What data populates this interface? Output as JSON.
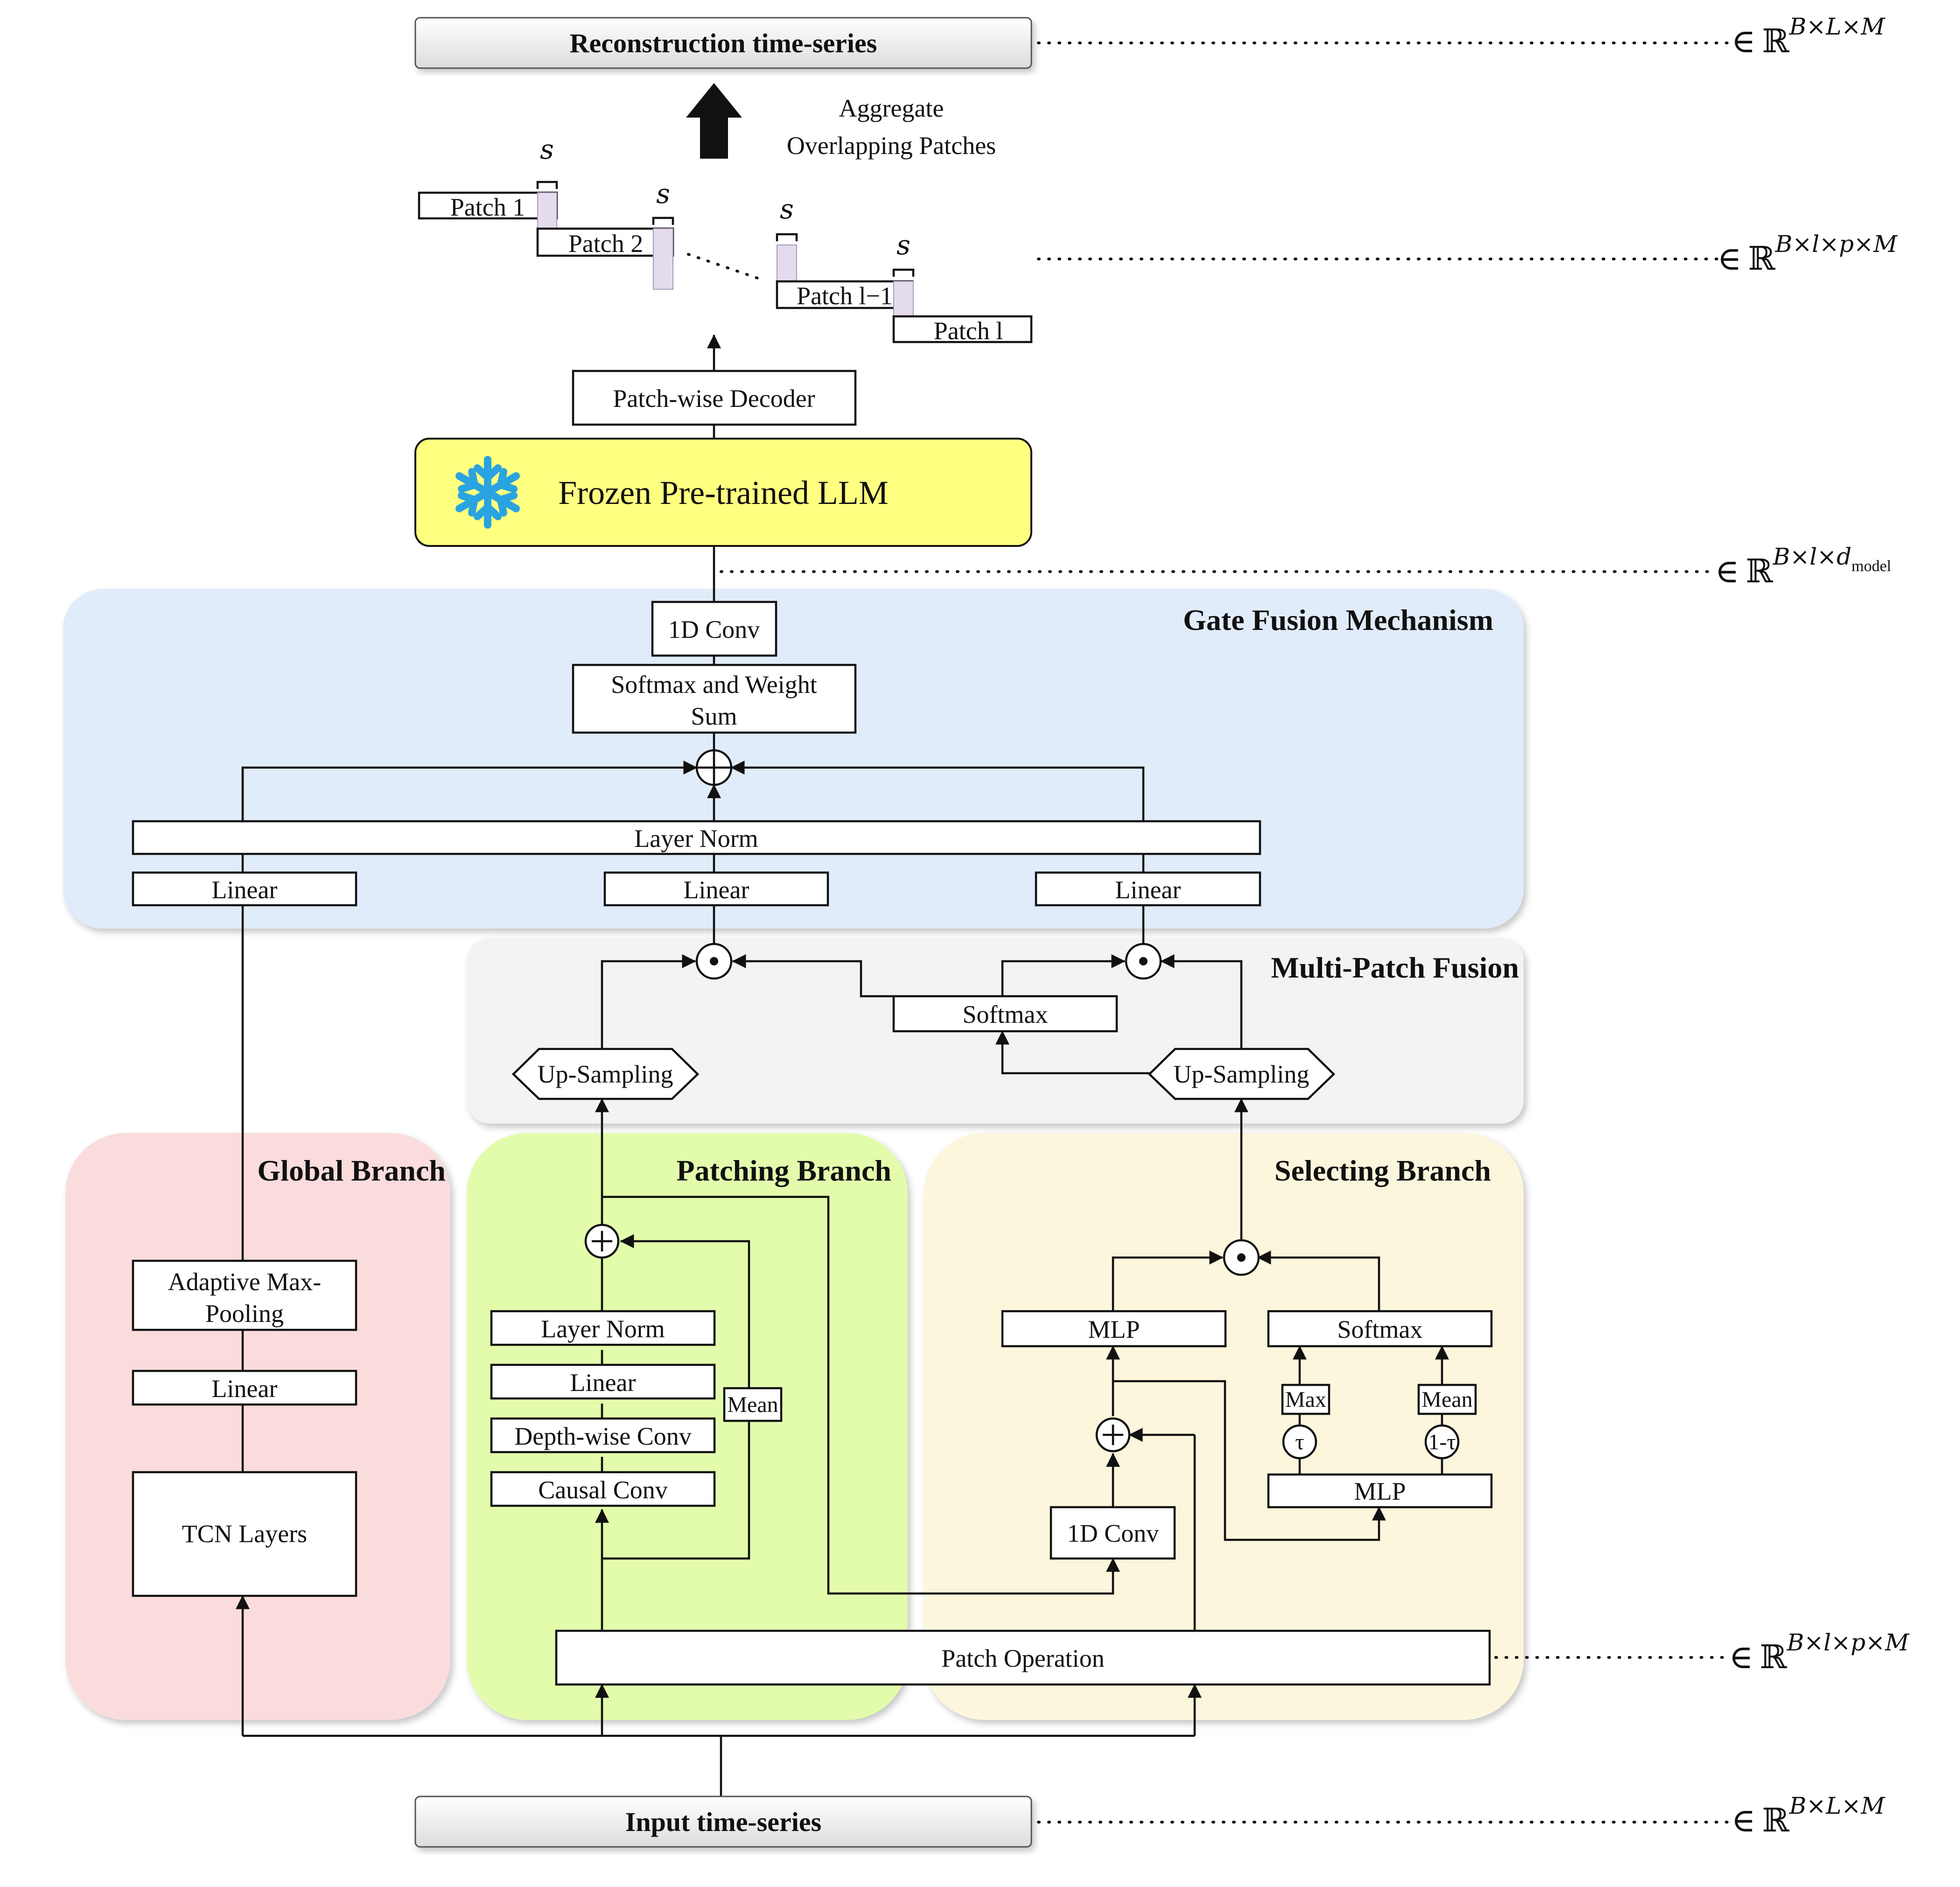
{
  "output": {
    "reconstruction_label": "Reconstruction time-series",
    "aggregate_label_line1": "Aggregate",
    "aggregate_label_line2": "Overlapping Patches",
    "stride_symbol": "s",
    "patch_1": "Patch  1",
    "patch_2": "Patch  2",
    "patch_l_minus_1": "Patch l−1",
    "patch_l": "Patch  l",
    "decoder_label": "Patch-wise Decoder",
    "llm_label": "Frozen Pre-trained LLM"
  },
  "gate_fusion": {
    "title": "Gate Fusion Mechanism",
    "conv_label": "1D Conv",
    "softmax_weight_line1": "Softmax and Weight",
    "softmax_weight_line2": "Sum",
    "layer_norm_label": "Layer Norm",
    "linear_left": "Linear",
    "linear_middle": "Linear",
    "linear_right": "Linear"
  },
  "multi_patch_fusion": {
    "title": "Multi-Patch Fusion",
    "softmax_label": "Softmax",
    "upsampling_left": "Up-Sampling",
    "upsampling_right": "Up-Sampling"
  },
  "global_branch": {
    "title": "Global Branch",
    "adaptive_pool_line1": "Adaptive Max-",
    "adaptive_pool_line2": "Pooling",
    "linear_label": "Linear",
    "tcn_label": "TCN Layers"
  },
  "patching_branch": {
    "title": "Patching Branch",
    "layer_norm_label": "Layer Norm",
    "linear_label": "Linear",
    "depthwise_label": "Depth-wise Conv",
    "causal_label": "Causal Conv",
    "mean_label": "Mean"
  },
  "selecting_branch": {
    "title": "Selecting Branch",
    "mlp_top_label": "MLP",
    "softmax_label": "Softmax",
    "max_label": "Max",
    "mean_label": "Mean",
    "tau_label": "τ",
    "one_minus_tau_label": "1-τ",
    "mlp_bottom_label": "MLP",
    "conv_label": "1D Conv"
  },
  "input": {
    "patch_operation_label": "Patch Operation",
    "input_label": "Input time-series"
  },
  "shapes": {
    "member_symbol": "∈",
    "reals_symbol": "ℝ",
    "full_shape": "B×L×M",
    "patch_shape": "B×l×p×M",
    "model_shape_prefix": "B×l×d",
    "model_subscript": "model"
  },
  "colors": {
    "llm_fill": "#ffff80",
    "gate_fusion_fill": "#e1ecfa",
    "multi_patch_fill": "#f3f3f3",
    "global_fill": "#fadcdc",
    "patching_fill": "#e3fcac",
    "selecting_fill": "#fcf6dc",
    "patch_highlight": "#e4dcec",
    "snowflake": "#2aa4e0"
  }
}
